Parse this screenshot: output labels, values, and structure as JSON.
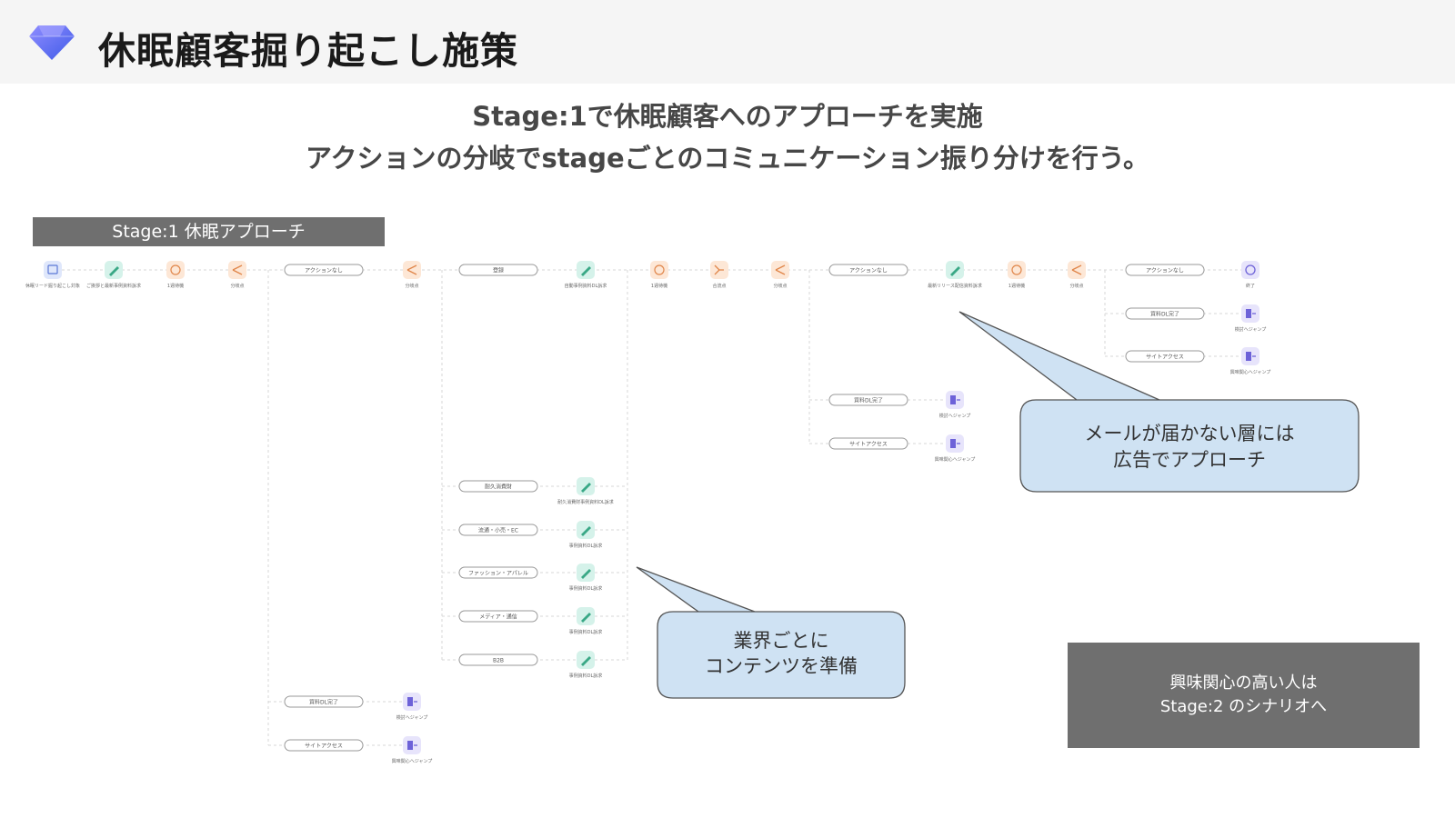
{
  "header": {
    "title": "休眠顧客掘り起こし施策",
    "accent_color": "#5b6cf2",
    "icon": "gem-icon"
  },
  "subtitle": {
    "line1": "Stage:1で休眠顧客へのアプローチを実施",
    "line2": "アクションの分岐でstageごとのコミュニケーション振り分けを行う。"
  },
  "stage_label": "Stage:1 休眠アプローチ",
  "flow": {
    "pills": [
      "アクションなし",
      "登録",
      "アクションなし",
      "アクションなし",
      "資料DL完了",
      "サイトアクセス",
      "資料DL完了",
      "サイトアクセス",
      "耐久消費財",
      "流通・小売・EC",
      "ファッション・アパレル",
      "メディア・通信",
      "B2B",
      "資料DL完了",
      "サイトアクセス"
    ],
    "nodes": [
      "休眠リード掘り起こし対象",
      "ご挨拶と最新事例資料訴求",
      "1週待機",
      "分岐点",
      "分岐点",
      "自動事例資料DL訴求",
      "1週待機",
      "合流点",
      "分岐点",
      "最新リリース配信資料訴求",
      "1週待機",
      "分岐点",
      "終了",
      "検討へジャンプ",
      "興味関心へジャンプ",
      "検討へジャンプ",
      "興味関心へジャンプ",
      "耐久消費財事例資料DL訴求",
      "事例資料DL訴求",
      "事例資料DL訴求",
      "事例資料DL訴求",
      "事例資料DL訴求",
      "検討へジャンプ",
      "興味関心へジャンプ"
    ]
  },
  "callouts": {
    "ad": [
      "メールが届かない層には",
      "広告でアプローチ"
    ],
    "industry": [
      "業界ごとに",
      "コンテンツを準備"
    ]
  },
  "info_box": [
    "興味関心の高い人は",
    "Stage:2 のシナリオへ"
  ],
  "colors": {
    "callout_fill": "#cfe2f3",
    "gray_box": "#6f6f6f",
    "icon_blue": "#dfe7fb",
    "icon_green": "#d5f2ea",
    "icon_orange": "#fde7d6",
    "icon_purple": "#e7e4fb"
  }
}
